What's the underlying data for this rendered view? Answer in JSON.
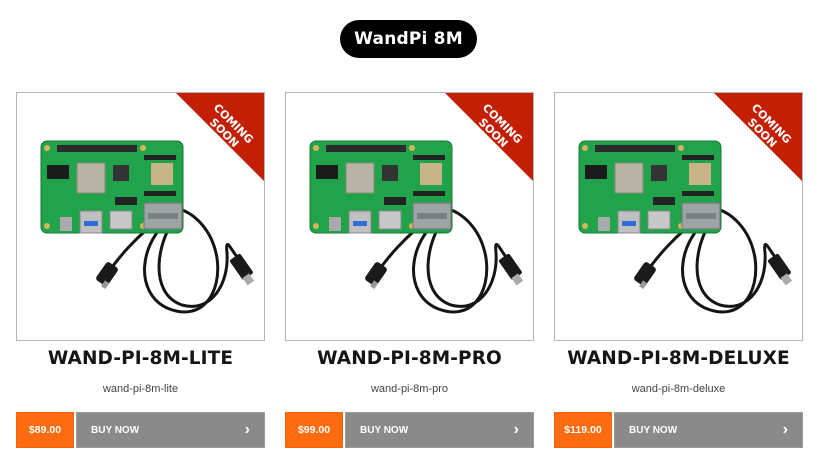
{
  "header": {
    "title": "WandPi 8M"
  },
  "colors": {
    "ribbon": "#c21f05",
    "price_bg": "#ff6b10",
    "buy_bg": "#8a8a8a",
    "pill_bg": "#000000"
  },
  "products": [
    {
      "name": "WAND-PI-8M-LITE",
      "slug": "wand-pi-8m-lite",
      "badge": [
        "COMING",
        "SOON"
      ],
      "price": "$89.00",
      "buy_label": "BUY NOW",
      "chevron_icon": "chevron-right-icon"
    },
    {
      "name": "WAND-PI-8M-PRO",
      "slug": "wand-pi-8m-pro",
      "badge": [
        "COMING",
        "SOON"
      ],
      "price": "$99.00",
      "buy_label": "BUY NOW",
      "chevron_icon": "chevron-right-icon"
    },
    {
      "name": "WAND-PI-8M-DELUXE",
      "slug": "wand-pi-8m-deluxe",
      "badge": [
        "COMING",
        "SOON"
      ],
      "price": "$119.00",
      "buy_label": "BUY NOW",
      "chevron_icon": "chevron-right-icon"
    }
  ]
}
